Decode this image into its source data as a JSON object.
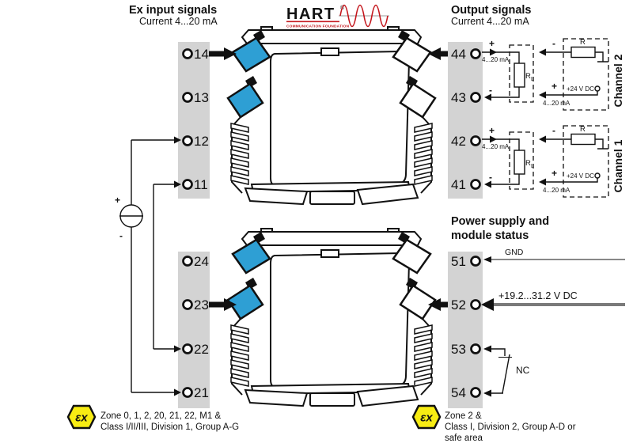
{
  "titles": {
    "ex_input": "Ex input signals",
    "ex_input_sub": "Current 4...20 mA",
    "output": "Output signals",
    "output_sub": "Current 4...20 mA",
    "power_line1": "Power supply and",
    "power_line2": "module status"
  },
  "hart": {
    "name": "HART",
    "reg": "®",
    "tagline": "COMMUNICATION FOUNDATION"
  },
  "terminals": {
    "input_top": [
      "14",
      "13",
      "12",
      "11"
    ],
    "input_bottom": [
      "24",
      "23",
      "22",
      "21"
    ],
    "output": [
      "44",
      "43",
      "42",
      "41"
    ],
    "power": [
      "51",
      "52",
      "53",
      "54"
    ]
  },
  "channels": {
    "ch2": "Channel 2",
    "ch1": "Channel 1"
  },
  "wire_labels": {
    "plus": "+",
    "minus": "-",
    "range": "4...20 mA",
    "r": "R",
    "r_sub": "L",
    "dc24": "+24 V DC",
    "gnd": "GND",
    "supply": "+19.2...31.2 V DC",
    "nc": "NC"
  },
  "approvals": {
    "ex_glyph": "εx",
    "left_line1": "Zone 0, 1, 2, 20, 21, 22, M1 &",
    "left_line2": "Class I/II/III, Division 1, Group A-G",
    "right_line1": "Zone 2 &",
    "right_line2": "Class I, Division 2, Group A-D or",
    "right_line3": "safe area"
  },
  "colors": {
    "strip_gray": "#d3d3d3",
    "clamp_blue": "#2e9fd4",
    "hart_red": "#c4161c",
    "ex_yellow": "#f7ec13",
    "line_black": "#111111",
    "supply_gray": "#7a7a7a"
  }
}
